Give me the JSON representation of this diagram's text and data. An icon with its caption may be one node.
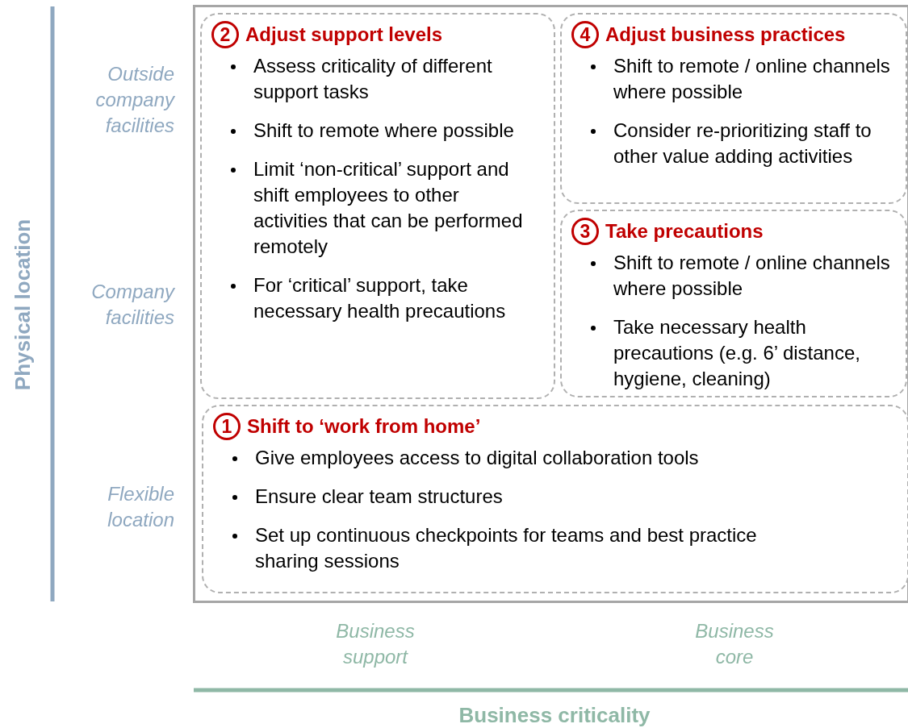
{
  "diagram": {
    "nodes": [
      {
        "text": [],
        "shape": "box"
      },
      {
        "text": [
          "2",
          "Adjust support levels",
          "Assess criticality of different support tasks",
          "Shift to remote where possible",
          "Limit ‘non-critical’ support and shift employees to other activities that can be performed remotely",
          "For ‘critical’ support, take necessary health precautions"
        ],
        "in": 0
      },
      {
        "text": [
          "4",
          "Adjust business practices",
          "Shift to remote / online channels where possible",
          "Consider re-prioritizing staff to other value adding activities"
        ],
        "in": 0
      },
      {
        "text": [
          "3",
          "Take precautions",
          "Shift to remote / online channels where possible",
          "Take necessary health precautions (e.g. 6’ distance, hygiene, cleaning)"
        ],
        "in": 0
      },
      {
        "text": [
          "1",
          "Shift to ‘work from home’",
          "Give employees access to digital collaboration tools",
          "Ensure clear team structures",
          "Set up continuous checkpoints for teams and best practice sharing sessions"
        ],
        "in": 0
      }
    ],
    "labels": [
      "Physical location",
      "Outside company facilities",
      "Company facilities",
      "Flexible location",
      "Business support",
      "Business core",
      "Business criticality"
    ]
  }
}
